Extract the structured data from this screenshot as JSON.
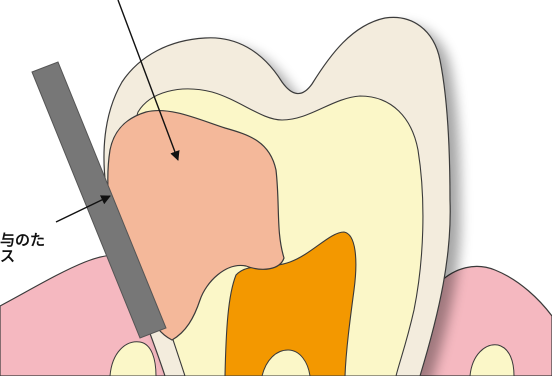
{
  "labels": {
    "line1": "与のた",
    "line2": "ス"
  },
  "colors": {
    "background": "#ffffff",
    "gum": "#f5b8c0",
    "gum_outline": "#3a3a3a",
    "enamel": "#f3ecdd",
    "dentin": "#fbf7c8",
    "pulp": "#f39800",
    "restoration": "#f4b89a",
    "matrix_band": "#777777",
    "arrow": "#111111"
  },
  "icons": {
    "leader_arrow_top": "arrow-pointing-to-restoration",
    "leader_arrow_side": "arrow-pointing-to-matrix-band"
  }
}
